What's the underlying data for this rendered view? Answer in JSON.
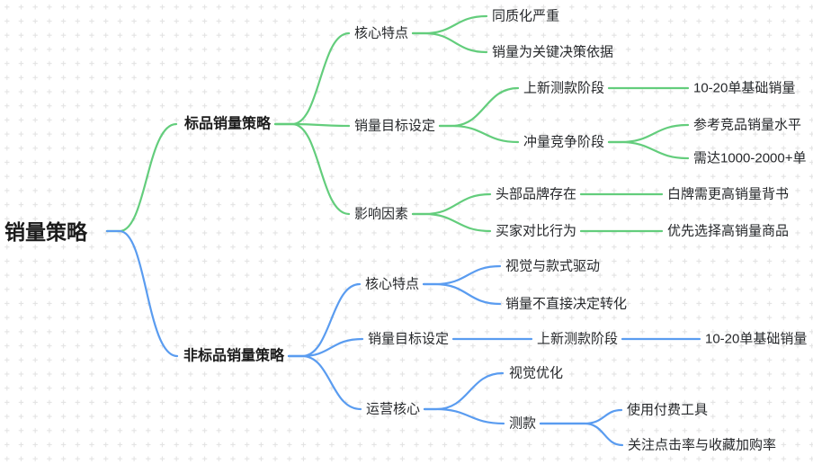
{
  "app": {
    "view": "mindmap-canvas",
    "background": "plus-grid"
  },
  "colors": {
    "canvas": "#ffffff",
    "grid_mark": "#e3e3e3",
    "standard_branch": "#63cd7c",
    "nonstandard_branch": "#5a9cf0",
    "text": "#26282b",
    "text_strong": "#1b1b1b"
  },
  "mindmap": {
    "root": {
      "label": "销量策略"
    },
    "branches": [
      {
        "label": "标品销量策略",
        "color": "#63cd7c",
        "children": [
          {
            "label": "核心特点",
            "children": [
              {
                "label": "同质化严重"
              },
              {
                "label": "销量为关键决策依据"
              }
            ]
          },
          {
            "label": "销量目标设定",
            "children": [
              {
                "label": "上新测款阶段",
                "children": [
                  {
                    "label": "10-20单基础销量"
                  }
                ]
              },
              {
                "label": "冲量竞争阶段",
                "children": [
                  {
                    "label": "参考竞品销量水平"
                  },
                  {
                    "label": "需达1000-2000+单"
                  }
                ]
              }
            ]
          },
          {
            "label": "影响因素",
            "children": [
              {
                "label": "头部品牌存在",
                "children": [
                  {
                    "label": "白牌需更高销量背书"
                  }
                ]
              },
              {
                "label": "买家对比行为",
                "children": [
                  {
                    "label": "优先选择高销量商品"
                  }
                ]
              }
            ]
          }
        ]
      },
      {
        "label": "非标品销量策略",
        "color": "#5a9cf0",
        "children": [
          {
            "label": "核心特点",
            "children": [
              {
                "label": "视觉与款式驱动"
              },
              {
                "label": "销量不直接决定转化"
              }
            ]
          },
          {
            "label": "销量目标设定",
            "children": [
              {
                "label": "上新测款阶段",
                "children": [
                  {
                    "label": "10-20单基础销量"
                  }
                ]
              }
            ]
          },
          {
            "label": "运营核心",
            "children": [
              {
                "label": "视觉优化"
              },
              {
                "label": "测款",
                "children": [
                  {
                    "label": "使用付费工具"
                  },
                  {
                    "label": "关注点击率与收藏加购率"
                  }
                ]
              }
            ]
          }
        ]
      }
    ]
  }
}
